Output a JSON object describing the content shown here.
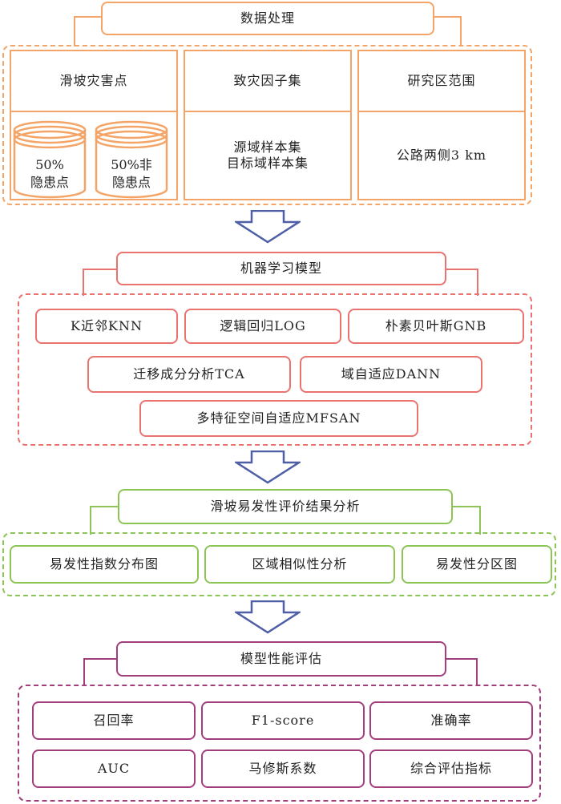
{
  "colors": {
    "orange": "#F3A466",
    "red": "#E8736F",
    "green": "#8DC456",
    "purple": "#A33E7C",
    "arrow": "#4E5FA6"
  },
  "section1": {
    "title": "数据处理",
    "col1": {
      "header": "滑坡灾害点",
      "db_left": "50%\n隐患点",
      "db_right": "50%非\n隐患点"
    },
    "col2": {
      "header": "致灾因子集",
      "body": "源域样本集\n目标域样本集"
    },
    "col3": {
      "header": "研究区范围",
      "body": "公路两侧3 km"
    }
  },
  "section2": {
    "title": "机器学习模型",
    "items": [
      "K近邻KNN",
      "逻辑回归LOG",
      "朴素贝叶斯GNB",
      "迁移成分分析TCA",
      "域自适应DANN",
      "多特征空间自适应MFSAN"
    ]
  },
  "section3": {
    "title": "滑坡易发性评价结果分析",
    "items": [
      "易发性指数分布图",
      "区域相似性分析",
      "易发性分区图"
    ]
  },
  "section4": {
    "title": "模型性能评估",
    "items": [
      "召回率",
      "F1-score",
      "准确率",
      "AUC",
      "马修斯系数",
      "综合评估指标"
    ]
  }
}
